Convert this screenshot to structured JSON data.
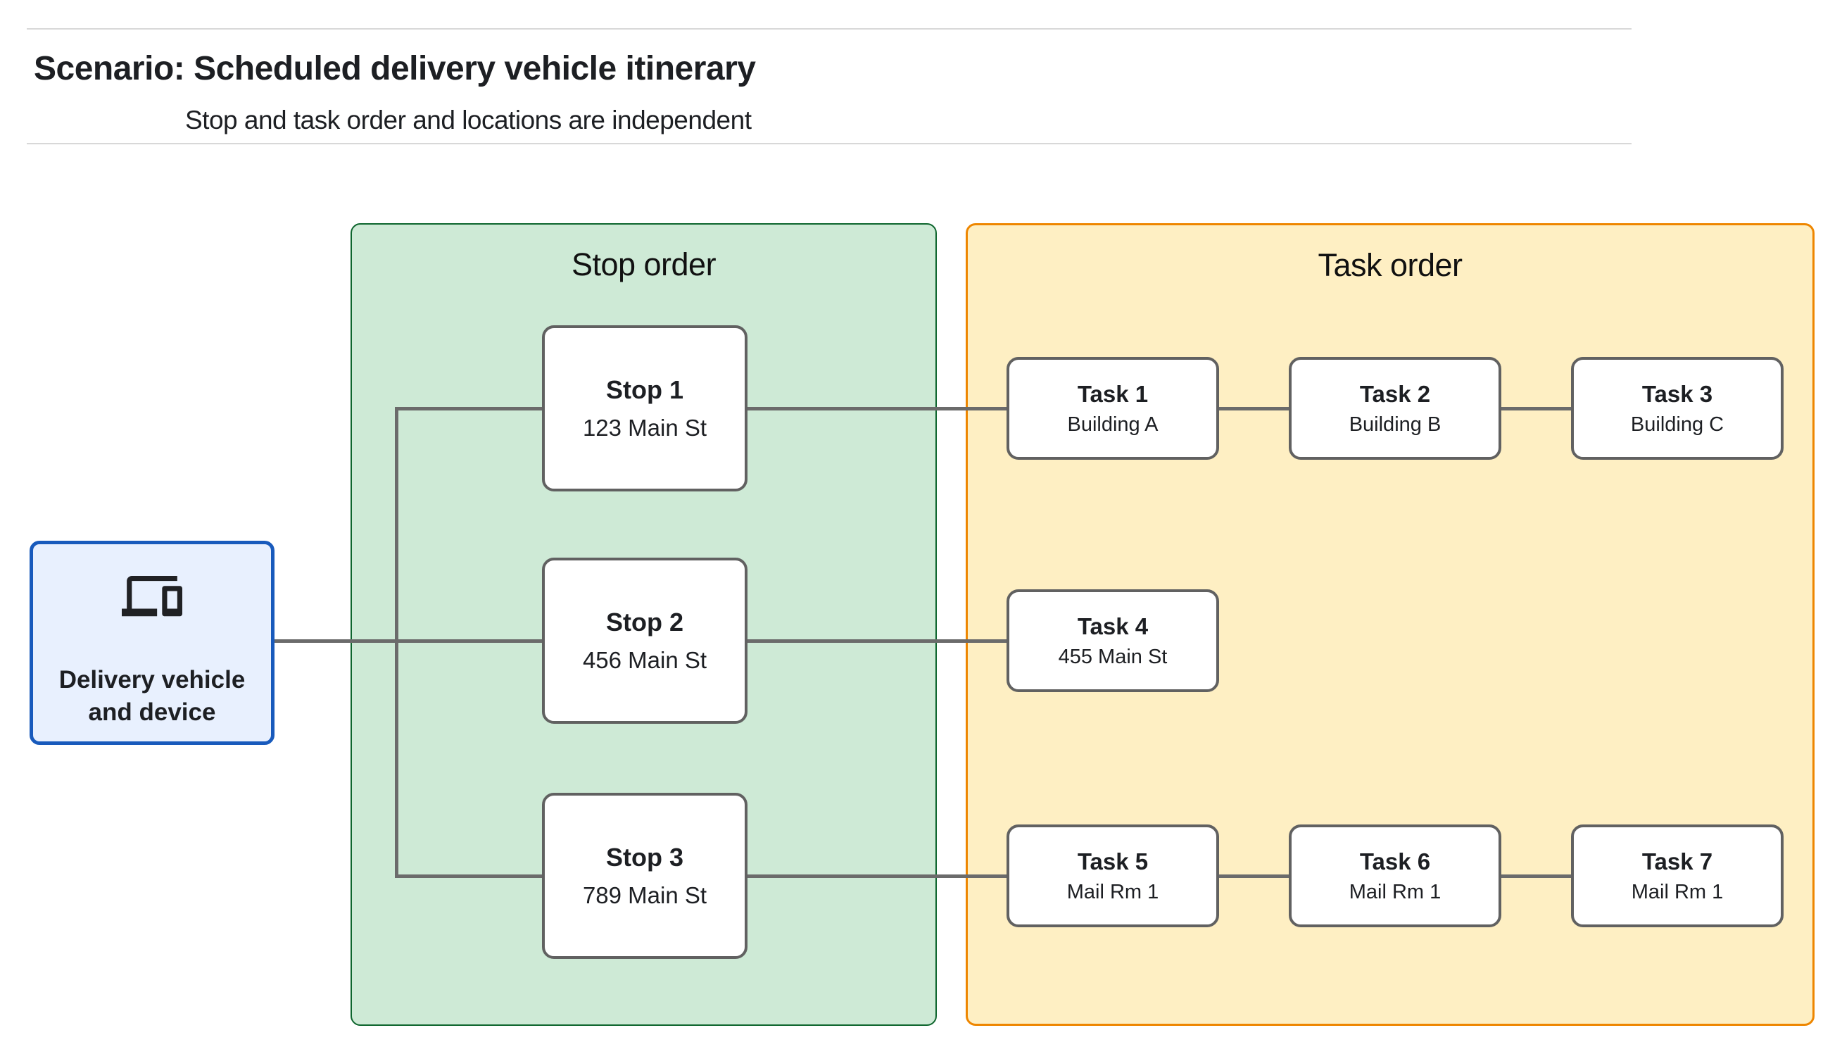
{
  "page": {
    "title": "Scenario: Scheduled delivery vehicle itinerary",
    "subtitle": "Stop and task order and locations are independent"
  },
  "device_node": {
    "label": "Delivery vehicle\nand device",
    "icon": "devices-icon"
  },
  "stop_panel": {
    "title": "Stop order",
    "stops": [
      {
        "name": "Stop 1",
        "location": "123 Main St"
      },
      {
        "name": "Stop 2",
        "location": "456 Main St"
      },
      {
        "name": "Stop 3",
        "location": "789 Main St"
      }
    ]
  },
  "task_panel": {
    "title": "Task order",
    "tasks": [
      {
        "name": "Task 1",
        "location": "Building A"
      },
      {
        "name": "Task 2",
        "location": "Building B"
      },
      {
        "name": "Task 3",
        "location": "Building C"
      },
      {
        "name": "Task 4",
        "location": "455 Main St"
      },
      {
        "name": "Task 5",
        "location": "Mail Rm 1"
      },
      {
        "name": "Task 6",
        "location": "Mail Rm 1"
      },
      {
        "name": "Task 7",
        "location": "Mail Rm 1"
      }
    ]
  },
  "colors": {
    "stop_panel_fill": "#ceead6",
    "stop_panel_border": "#0d652d",
    "task_panel_fill": "#feefc3",
    "task_panel_border": "#ee8600",
    "device_fill": "#e8f0fe",
    "device_border": "#185abc",
    "node_border": "#616161",
    "connector": "#6b6b6b",
    "rule": "#d8d8d8"
  }
}
